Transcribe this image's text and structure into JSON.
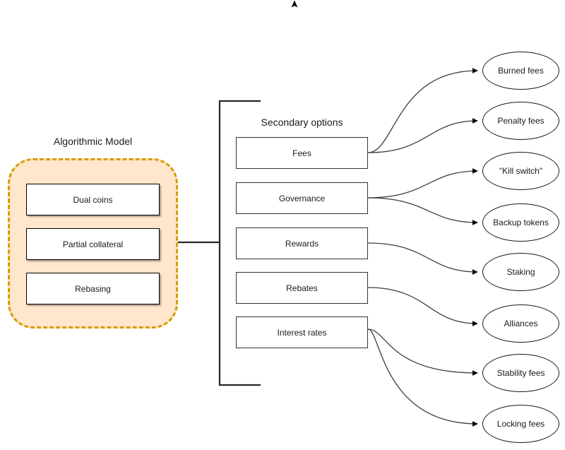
{
  "algorithmic": {
    "label": "Algorithmic Model",
    "items": [
      "Dual coins",
      "Partial collateral",
      "Rebasing"
    ]
  },
  "secondary": {
    "label": "Secondary options",
    "items": [
      "Fees",
      "Governance",
      "Rewards",
      "Rebates",
      "Interest rates"
    ]
  },
  "outcomes": [
    "Burned fees",
    "Penalty fees",
    "\"Kill switch\"",
    "Backup tokens",
    "Staking",
    "Alliances",
    "Stability fees",
    "Locking fees"
  ],
  "edges": [
    {
      "from": "Fees",
      "to": "Burned fees"
    },
    {
      "from": "Fees",
      "to": "Penalty fees"
    },
    {
      "from": "Governance",
      "to": "\"Kill switch\""
    },
    {
      "from": "Governance",
      "to": "Backup tokens"
    },
    {
      "from": "Rewards",
      "to": "Staking"
    },
    {
      "from": "Rebates",
      "to": "Alliances"
    },
    {
      "from": "Interest rates",
      "to": "Stability fees"
    },
    {
      "from": "Interest rates",
      "to": "Locking fees"
    }
  ],
  "colors": {
    "container_fill": "#FFE6CC",
    "container_stroke": "#D79B00",
    "edge_line": "#3d3d3d",
    "bracket_line": "#262626",
    "arrowhead": "#000000"
  }
}
